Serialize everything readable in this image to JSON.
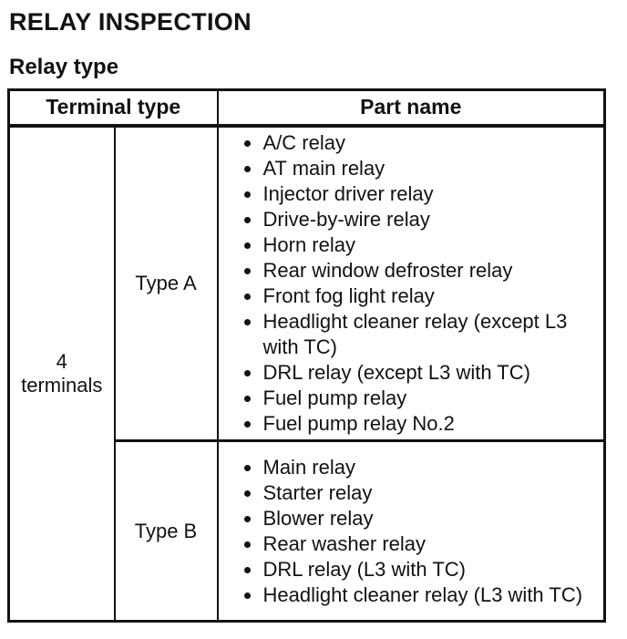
{
  "page": {
    "title": "RELAY INSPECTION",
    "subtitle": "Relay type"
  },
  "table": {
    "headers": {
      "terminal_type": "Terminal type",
      "part_name": "Part name"
    },
    "terminal_count_label": "4 terminals",
    "rows": [
      {
        "type_label": "Type A",
        "parts": [
          "A/C relay",
          "AT main relay",
          "Injector driver relay",
          "Drive-by-wire relay",
          "Horn relay",
          "Rear window defroster relay",
          "Front fog light relay",
          "Headlight cleaner relay (except L3 with TC)",
          "DRL relay (except L3 with TC)",
          "Fuel pump relay",
          "Fuel pump relay No.2"
        ]
      },
      {
        "type_label": "Type B",
        "parts": [
          "Main relay",
          "Starter relay",
          "Blower relay",
          "Rear washer relay",
          "DRL relay (L3 with TC)",
          "Headlight cleaner relay (L3 with TC)"
        ]
      }
    ]
  },
  "colors": {
    "ink": "#121212",
    "background": "#ffffff"
  }
}
